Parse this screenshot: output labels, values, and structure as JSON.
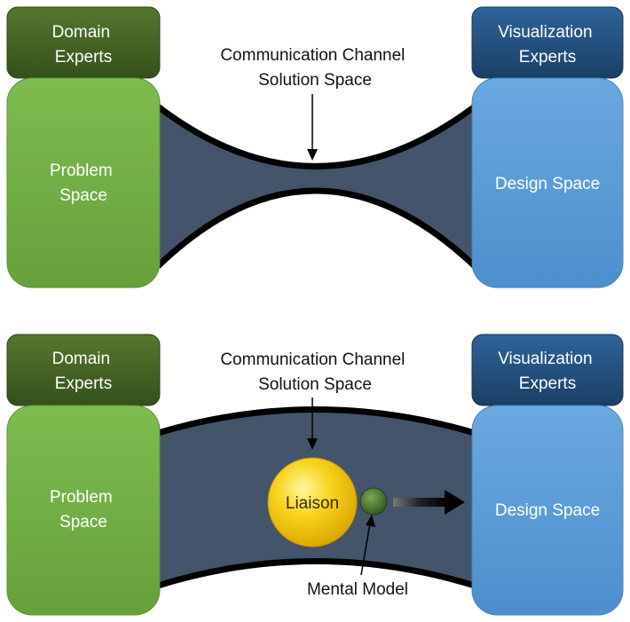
{
  "panels": [
    {
      "id": "top",
      "domain_experts": [
        "Domain",
        "Experts"
      ],
      "problem_space": [
        "Problem",
        "Space"
      ],
      "visualization_experts": [
        "Visualization",
        "Experts"
      ],
      "design_space": [
        "Design Space"
      ],
      "channel_label": [
        "Communication Channel",
        "Solution Space"
      ]
    },
    {
      "id": "bottom",
      "domain_experts": [
        "Domain",
        "Experts"
      ],
      "problem_space": [
        "Problem",
        "Space"
      ],
      "visualization_experts": [
        "Visualization",
        "Experts"
      ],
      "design_space": [
        "Design Space"
      ],
      "channel_label": [
        "Communication Channel",
        "Solution Space"
      ],
      "liaison": "Liaison",
      "mental_model": "Mental Model"
    }
  ],
  "colors": {
    "green_header": "#3d5a22",
    "green_body": "#72ad45",
    "blue_header": "#1f4e79",
    "blue_body": "#5b9bd5",
    "channel": "#44546a",
    "liaison": "#f2c500",
    "mental_model": "#3d6b23"
  }
}
